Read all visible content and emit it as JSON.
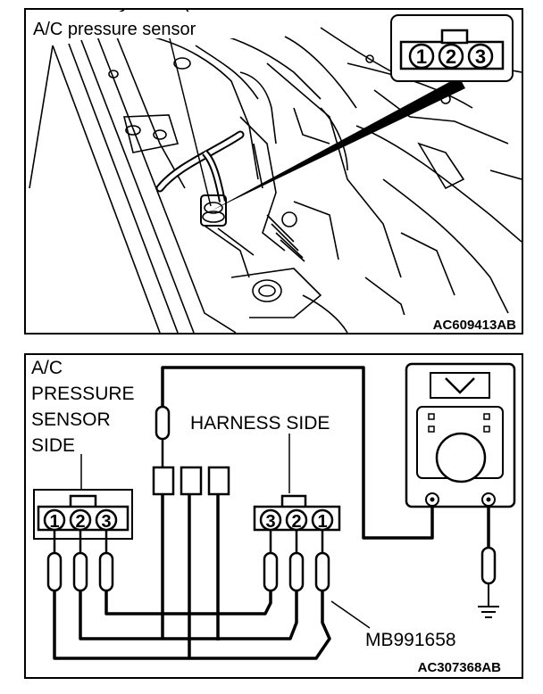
{
  "top_figure": {
    "title": "A/C pressure sensor",
    "connector_pins": [
      "1",
      "2",
      "3"
    ],
    "figure_code": "AC609413AB"
  },
  "bottom_figure": {
    "sensor_side_label": [
      "A/C",
      "PRESSURE",
      "SENSOR",
      "SIDE"
    ],
    "harness_side_label": "HARNESS SIDE",
    "sensor_connector_pins": [
      "1",
      "2",
      "3"
    ],
    "harness_connector_pins": [
      "3",
      "2",
      "1"
    ],
    "tool_label": "MB991658",
    "figure_code": "AC307368AB"
  }
}
